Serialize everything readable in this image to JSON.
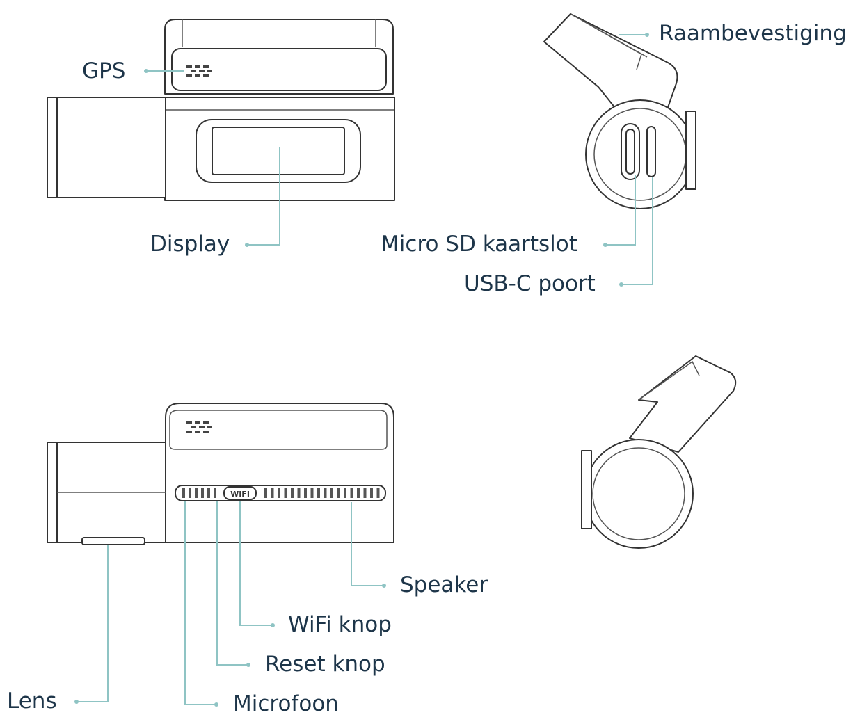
{
  "labels": {
    "gps": "GPS",
    "display": "Display",
    "raambevestiging": "Raambevestiging",
    "micro_sd": "Micro SD kaartslot",
    "usb_c": "USB-C poort",
    "speaker": "Speaker",
    "wifi_knop": "WiFi knop",
    "reset_knop": "Reset knop",
    "lens": "Lens",
    "microfoon": "Microfoon"
  },
  "icons": {
    "gps_marker": "gps-grid-icon",
    "wifi_badge": "WIFI"
  },
  "colors": {
    "label_text": "#1d3549",
    "leader_line": "#8fc4c4",
    "device_stroke": "#333333"
  }
}
